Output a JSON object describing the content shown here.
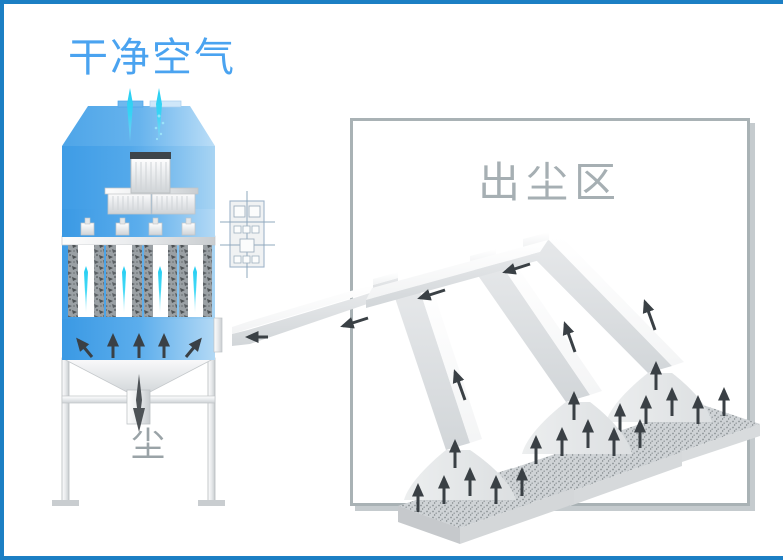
{
  "diagram": {
    "title_clean_air": "干净空气",
    "label_dust": "尘",
    "label_dust_zone": "出尘区",
    "colors": {
      "frame_blue": "#1c7fc4",
      "body_blue": "#4da3e8",
      "body_blue_light": "#9ccdf2",
      "accent_cyan": "#35d6f5",
      "panel_gray": "#a9b2b5",
      "label_gray": "#a6afb3",
      "metal_light": "#f2f3f4",
      "metal_mid": "#d9dcde",
      "arrow_dark": "#3a4045",
      "dust_dark": "#595f63"
    },
    "components": {
      "baghouse_name": "pulse-jet baghouse dust collector",
      "clean_air_outlets": 2,
      "filter_bags": 5,
      "pulse_valves": 4,
      "support_legs": 2,
      "hoods": 3,
      "branch_ducts": 3
    },
    "flow": {
      "clean_air_direction": "up",
      "dust_direction": "down",
      "duct_direction": "left-toward-collector",
      "hood_direction": "up"
    }
  }
}
